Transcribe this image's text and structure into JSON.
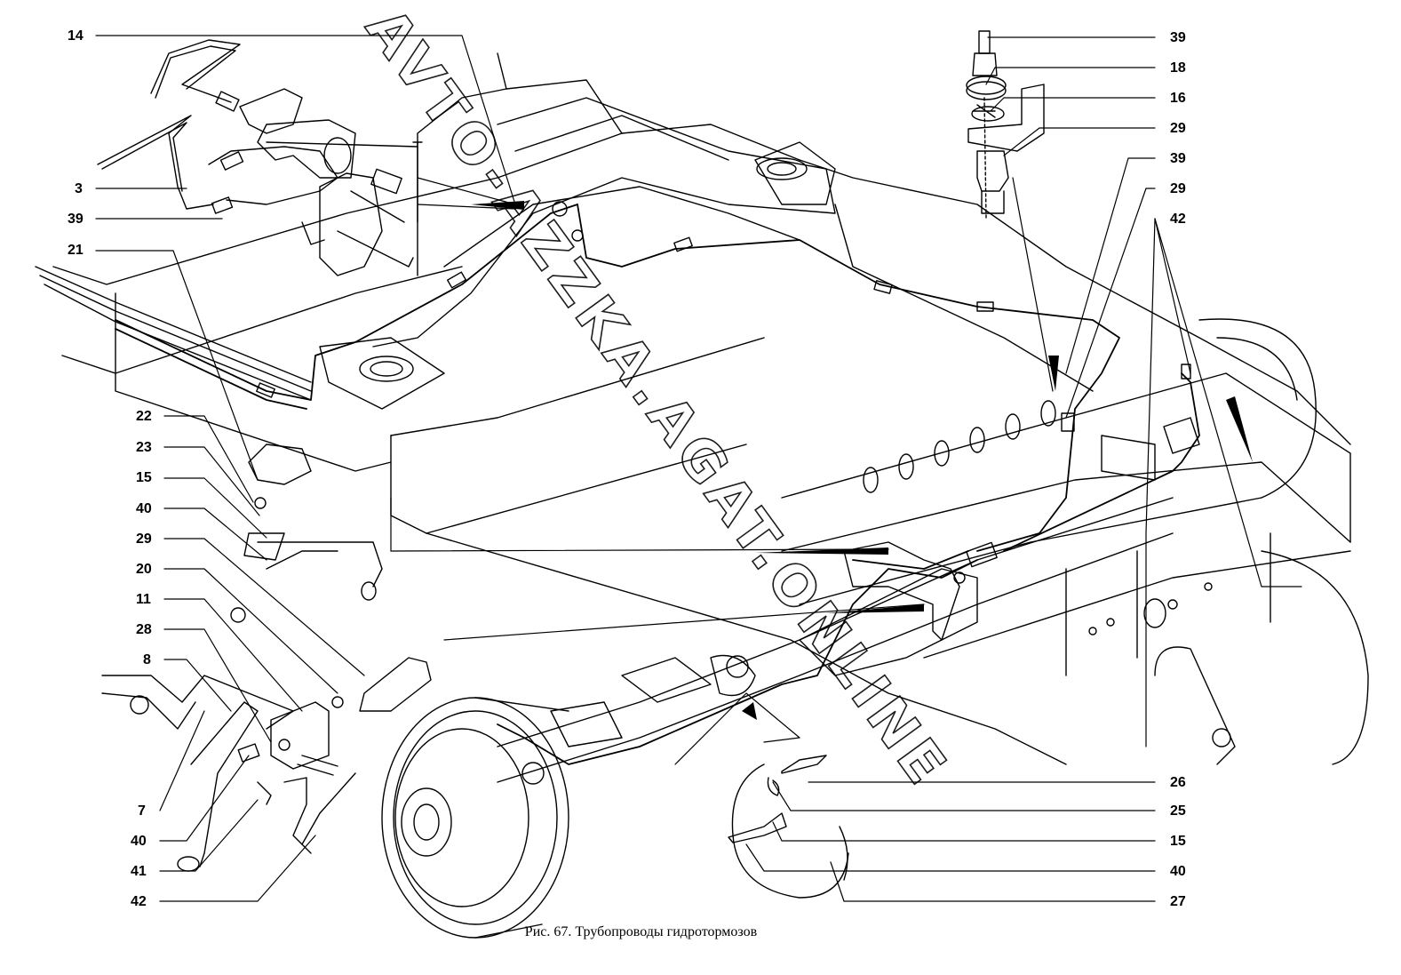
{
  "caption": "Рис. 67. Трубопроводы гидротормозов",
  "watermark": "AVTO-AZZKA.AGAT.ONLINE",
  "callouts_left": [
    "14",
    "3",
    "39",
    "21",
    "22",
    "23",
    "15",
    "40",
    "29",
    "20",
    "11",
    "28",
    "8",
    "7",
    "40",
    "41",
    "42"
  ],
  "callouts_right": [
    "39",
    "18",
    "16",
    "29",
    "39",
    "29",
    "42",
    "26",
    "25",
    "15",
    "40",
    "27"
  ]
}
